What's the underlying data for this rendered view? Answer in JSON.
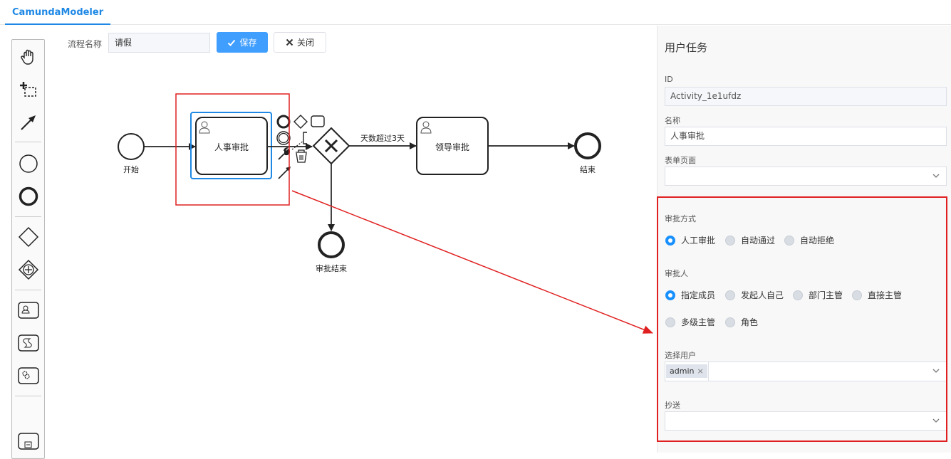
{
  "app": {
    "tab_label": "CamundaModeler"
  },
  "toolbar": {
    "name_label": "流程名称",
    "name_value": "请假",
    "save_label": "保存",
    "close_label": "关闭"
  },
  "palette": {
    "tools": [
      "hand-tool-icon",
      "lasso-tool-icon",
      "connect-tool-icon"
    ],
    "shapes": [
      "start-event-icon",
      "end-event-icon",
      "exclusive-gateway-icon",
      "parallel-gateway-icon",
      "user-task-icon",
      "script-task-icon",
      "service-task-icon",
      "subprocess-icon"
    ]
  },
  "diagram": {
    "start_label": "开始",
    "task1_label": "人事审批",
    "gateway_flow_label": "天数超过3天",
    "task2_label": "领导审批",
    "end_label": "结束",
    "end2_label": "审批结束"
  },
  "panel": {
    "title": "用户任务",
    "id_label": "ID",
    "id_value": "Activity_1e1ufdz",
    "name_label": "名称",
    "name_value": "人事审批",
    "form_label": "表单页面",
    "form_value": "",
    "approve_mode_label": "审批方式",
    "approve_modes": [
      "人工审批",
      "自动通过",
      "自动拒绝"
    ],
    "approve_mode_selected": "人工审批",
    "approver_label": "审批人",
    "approver_types": [
      "指定成员",
      "发起人自己",
      "部门主管",
      "直接主管",
      "多级主管",
      "角色"
    ],
    "approver_selected": "指定成员",
    "select_user_label": "选择用户",
    "selected_user_tag": "admin",
    "cc_label": "抄送"
  },
  "colors": {
    "accent": "#409eff",
    "tab_accent": "#1e88e5",
    "annotation": "#e02020",
    "selection": "#1e88e5"
  }
}
